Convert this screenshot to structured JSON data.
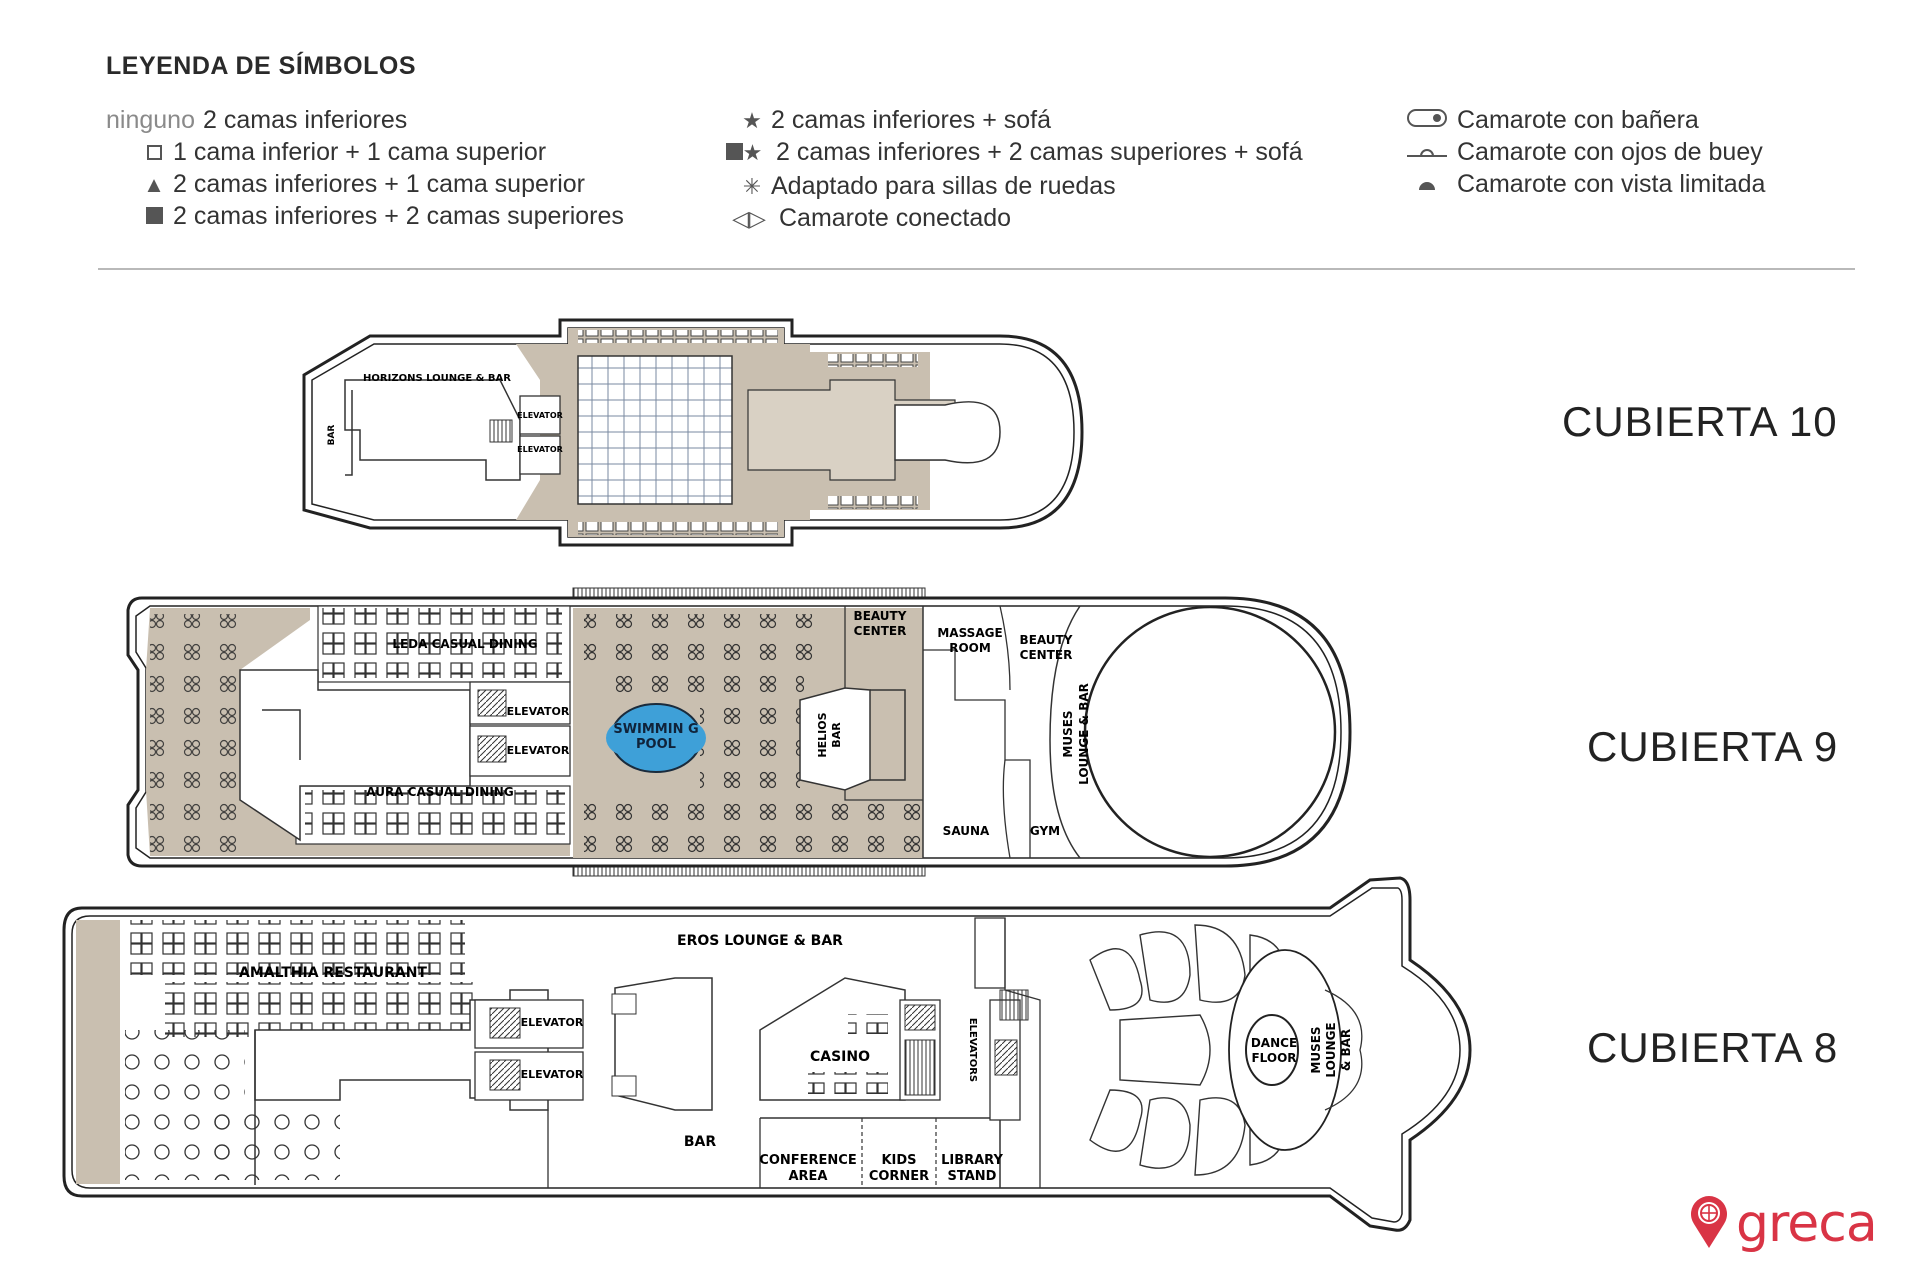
{
  "legend": {
    "title": "LEYENDA DE SÍMBOLOS",
    "none_prefix": "ninguno",
    "items": {
      "none": "2 camas inferiores",
      "open_square": "1 cama inferior + 1 cama superior",
      "triangle": "2 camas inferiores + 1 cama superior",
      "filled_square": "2 camas inferiores + 2 camas superiores",
      "star": "2 camas inferiores + sofá",
      "square_star": "2 camas inferiores + 2 camas superiores + sofá",
      "asterisk": "Adaptado para sillas de ruedas",
      "connecting": "Camarote conectado",
      "bathtub": "Camarote con bañera",
      "porthole": "Camarote con ojos de buey",
      "limited_view": "Camarote con vista limitada"
    }
  },
  "decks": {
    "deck10": {
      "label": "CUBIERTA 10",
      "areas": {
        "horizons": "HORIZONS LOUNGE & BAR",
        "bar": "BAR",
        "elevator1": "ELEVATOR",
        "elevator2": "ELEVATOR"
      }
    },
    "deck9": {
      "label": "CUBIERTA 9",
      "areas": {
        "leda_dining": "LEDA CASUAL DINING",
        "aura_dining": "AURA CASUAL DINING",
        "elevator1": "ELEVATOR",
        "elevator2": "ELEVATOR",
        "pool_line1": "SWIMMIN G",
        "pool_line2": "POOL",
        "helios_line1": "HELIOS",
        "helios_line2": "BAR",
        "beauty1_line1": "BEAUTY",
        "beauty1_line2": "CENTER",
        "massage_line1": "MASSAGE",
        "massage_line2": "ROOM",
        "beauty2_line1": "BEAUTY",
        "beauty2_line2": "CENTER",
        "muses_line1": "MUSES",
        "muses_line2": "LOUNGE & BAR",
        "sauna": "SAUNA",
        "gym": "GYM"
      }
    },
    "deck8": {
      "label": "CUBIERTA 8",
      "areas": {
        "amalthia": "AMALTHIA RESTAURANT",
        "elevator1": "ELEVATOR",
        "elevator2": "ELEVATOR",
        "eros": "EROS LOUNGE & BAR",
        "bar": "BAR",
        "casino": "CASINO",
        "elevators": "ELEVATORS",
        "conference_line1": "CONFERENCE",
        "conference_line2": "AREA",
        "kids_line1": "KIDS",
        "kids_line2": "CORNER",
        "library_line1": "LIBRARY",
        "library_line2": "STAND",
        "dance_line1": "DANCE",
        "dance_line2": "FLOOR",
        "muses_line1": "MUSES",
        "muses_line2": "LOUNGE",
        "muses_line3": "& BAR"
      }
    }
  },
  "brand": {
    "name": "greca",
    "color": "#d93445"
  },
  "colors": {
    "deck_fill": "#c9bfb0",
    "pool": "#3ea0d8",
    "outline": "#222222"
  }
}
